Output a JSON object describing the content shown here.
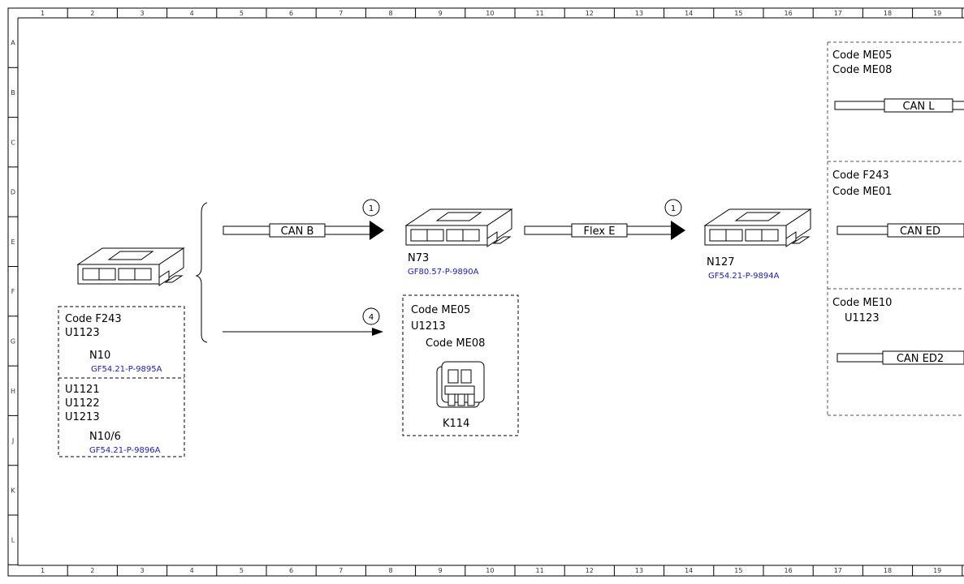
{
  "ruler": {
    "columns": [
      "1",
      "2",
      "3",
      "4",
      "5",
      "6",
      "7",
      "8",
      "9",
      "10",
      "11",
      "12",
      "13",
      "14",
      "15",
      "16",
      "17",
      "18",
      "19"
    ],
    "rows": [
      "A",
      "B",
      "C",
      "D",
      "E",
      "F",
      "G",
      "H",
      "J",
      "K",
      "L"
    ]
  },
  "left_block": {
    "group1_codes": [
      "Code F243",
      "U1123"
    ],
    "group1_name": "N10",
    "group1_ref": "GF54.21-P-9895A",
    "group2_codes": [
      "U1121",
      "U1122",
      "U1213"
    ],
    "group2_name": "N10/6",
    "group2_ref": "GF54.21-P-9896A"
  },
  "bus_can_b": {
    "label": "CAN B",
    "marker": "1"
  },
  "arrow_lower": {
    "marker": "4"
  },
  "n73": {
    "name": "N73",
    "ref": "GF80.57-P-9890A"
  },
  "k114_box": {
    "codes": [
      "Code ME05",
      "U1213",
      "Code ME08"
    ],
    "name": "K114"
  },
  "bus_flex_e": {
    "label": "Flex E",
    "marker": "1"
  },
  "n127": {
    "name": "N127",
    "ref": "GF54.21-P-9894A"
  },
  "right_panels": [
    {
      "codes": [
        "Code ME05",
        "Code ME08"
      ],
      "bus": "CAN L"
    },
    {
      "codes": [
        "Code F243",
        "Code ME01"
      ],
      "bus": "CAN ED"
    },
    {
      "codes": [
        "Code ME10",
        "U1123"
      ],
      "bus": "CAN ED2"
    }
  ],
  "colors": {
    "reference_link": "#1a1ac8",
    "line": "#000000",
    "panel_border": "#555555"
  }
}
